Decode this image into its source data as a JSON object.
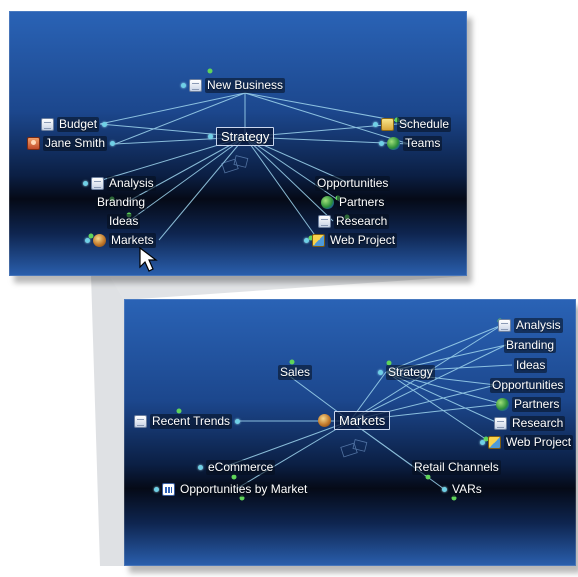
{
  "overview_map": {
    "center": {
      "label": "Strategy"
    },
    "nodes": [
      {
        "key": "new_business",
        "label": "New Business",
        "icon": "document-icon"
      },
      {
        "key": "budget",
        "label": "Budget",
        "icon": "document-icon"
      },
      {
        "key": "jane_smith",
        "label": "Jane Smith",
        "icon": "contact-card-icon"
      },
      {
        "key": "schedule",
        "label": "Schedule",
        "icon": "spreadsheet-icon"
      },
      {
        "key": "teams",
        "label": "Teams",
        "icon": "team-icon"
      },
      {
        "key": "analysis",
        "label": "Analysis",
        "icon": "document-icon"
      },
      {
        "key": "branding",
        "label": "Branding",
        "icon": ""
      },
      {
        "key": "ideas",
        "label": "Ideas",
        "icon": ""
      },
      {
        "key": "markets",
        "label": "Markets",
        "icon": "globe-icon"
      },
      {
        "key": "opportunities",
        "label": "Opportunities",
        "icon": ""
      },
      {
        "key": "partners",
        "label": "Partners",
        "icon": "team-icon"
      },
      {
        "key": "research",
        "label": "Research",
        "icon": "document-icon"
      },
      {
        "key": "web_project",
        "label": "Web Project",
        "icon": "web-project-icon"
      }
    ]
  },
  "zoomed_map": {
    "center": {
      "label": "Markets"
    },
    "nodes": [
      {
        "key": "sales",
        "label": "Sales",
        "icon": ""
      },
      {
        "key": "strategy",
        "label": "Strategy",
        "icon": ""
      },
      {
        "key": "recent_trends",
        "label": "Recent Trends",
        "icon": "document-icon"
      },
      {
        "key": "ecommerce",
        "label": "eCommerce",
        "icon": ""
      },
      {
        "key": "opportunities_by_market",
        "label": "Opportunities by Market",
        "icon": "chart-icon"
      },
      {
        "key": "retail_channels",
        "label": "Retail Channels",
        "icon": ""
      },
      {
        "key": "vars",
        "label": "VARs",
        "icon": ""
      },
      {
        "key": "analysis",
        "label": "Analysis",
        "icon": "document-icon"
      },
      {
        "key": "branding",
        "label": "Branding",
        "icon": ""
      },
      {
        "key": "ideas",
        "label": "Ideas",
        "icon": ""
      },
      {
        "key": "opportunities",
        "label": "Opportunities",
        "icon": ""
      },
      {
        "key": "partners",
        "label": "Partners",
        "icon": "team-icon"
      },
      {
        "key": "research",
        "label": "Research",
        "icon": "document-icon"
      },
      {
        "key": "web_project",
        "label": "Web Project",
        "icon": "web-project-icon"
      }
    ]
  },
  "colors": {
    "node_dot": "#6fd0e6",
    "edge": "#9fd6ef",
    "accent_green": "#5fd45a"
  }
}
